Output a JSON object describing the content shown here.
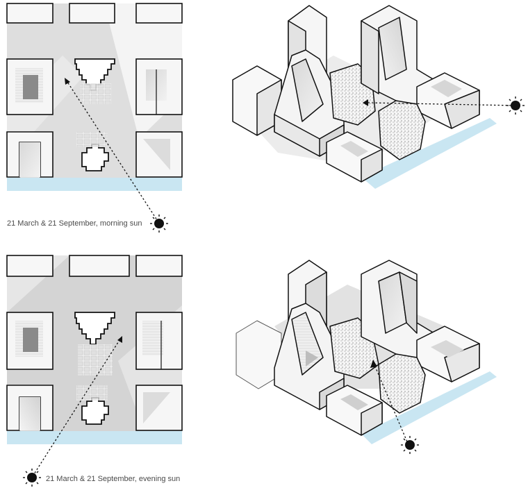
{
  "panels": [
    {
      "id": "morning",
      "caption": "21 March & 21 September, morning sun"
    },
    {
      "id": "evening",
      "caption": "21 March & 21 September, evening sun"
    }
  ],
  "colors": {
    "water": "#c9e6f2",
    "outline": "#111111",
    "shadow": "#cfcfcf",
    "ground": "#f3f3f3",
    "sun": "#111111"
  },
  "icons": [
    "sun-icon",
    "direction-arrow-icon"
  ]
}
